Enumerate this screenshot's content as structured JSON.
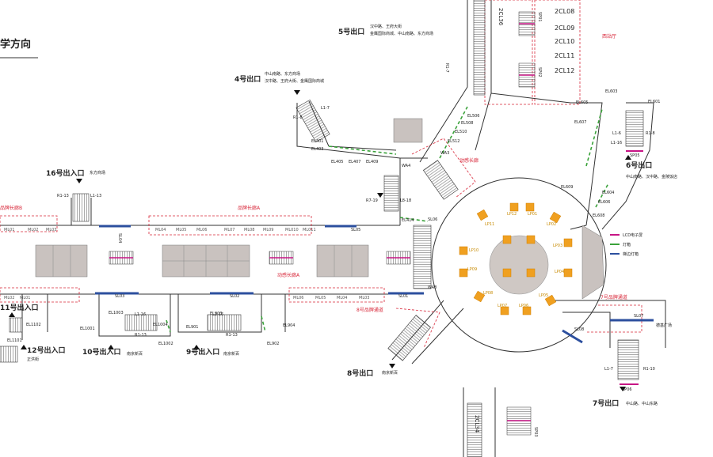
{
  "title": "学方向",
  "exits": {
    "e5": {
      "label": "5号出口",
      "desc1": "汉中路、王府大街",
      "desc2": "金鹰国际商城、中山南路、东方商场"
    },
    "e4": {
      "label": "4号出口",
      "desc1": "中山南路、东方商场",
      "desc2": "汉中路、王府大街、金鹰国际商城"
    },
    "e16": {
      "label": "16号出入口",
      "desc": "东方商场"
    },
    "e6": {
      "label": "6号出口",
      "desc": "中山南路、汉中路、金陵饭店"
    },
    "e7": {
      "label": "7号出口",
      "desc": "中山路、中山东路"
    },
    "e8": {
      "label": "8号出口",
      "desc": "南京新百"
    },
    "e9": {
      "label": "9号出入口",
      "desc": "南京新百"
    },
    "e10": {
      "label": "10号出入口",
      "desc": "南京新百"
    },
    "e11": {
      "label": "11号出入口"
    },
    "e12": {
      "label": "12号出入口",
      "desc": "正洪街"
    }
  },
  "passages": {
    "sub_a": "品牌长廊A",
    "sub_b": "品牌长廊B",
    "dyn_a": "动感长廊A",
    "dyn_b": "动感长廊",
    "p8": "8号品牌通道",
    "p7": "7号品牌通道",
    "xizhan": "西站厅",
    "deji": "德基广场"
  },
  "legend": {
    "lcd": "LCD电子屏",
    "light": "灯箱",
    "wall": "梯边灯箱"
  },
  "codes": {
    "cl08": "2CL08",
    "cl09": "2CL09",
    "cl10": "2CL10",
    "cl11": "2CL11",
    "cl12": "2CL12",
    "cl36": "2CL36",
    "cl34": "2CL34",
    "sp01": "SP01",
    "sp02": "SP02",
    "sp03": "SP03",
    "sp05": "SP05",
    "sp06": "SP06",
    "el401": "EL401",
    "el403": "EL403",
    "el405": "EL405",
    "el407": "EL407",
    "el409": "EL409",
    "el506": "EL506",
    "el508": "EL508",
    "el510": "EL510",
    "el512": "EL512",
    "el601": "EL601",
    "el603": "EL603",
    "el605": "EL605",
    "el607": "EL607",
    "el604": "EL604",
    "el606": "EL606",
    "el608": "EL608",
    "el609": "EL609",
    "el414": "EL414",
    "el1001": "EL1001",
    "el1002": "EL1002",
    "el1003": "EL1003",
    "el1004": "EL1004",
    "el901": "EL901",
    "el902": "EL902",
    "el903": "EL903",
    "el904": "EL904",
    "el1101": "EL1101",
    "el1102": "EL1102",
    "wa3": "WA3",
    "wa4": "WA4",
    "wa8": "WA8",
    "sl01": "SL01",
    "sl02": "SL02",
    "sl03": "SL03",
    "sl04": "SL04",
    "sl05": "SL05",
    "sl06": "SL06",
    "sl07": "SL07",
    "sl08": "SL08",
    "r17": "R1-7",
    "r18": "R1-8",
    "r113": "R1-13",
    "r116": "R1-16",
    "r110": "R1-10",
    "l17": "L1-7",
    "l16": "L1-6",
    "l113": "L1-13",
    "l116": "L1-16",
    "l818": "L8-18",
    "r719": "R7-19"
  },
  "lp_panels": [
    "LP12",
    "LP01",
    "LP11",
    "LP02",
    "LP03",
    "LP10",
    "LP04",
    "LP09",
    "LP05",
    "LP08",
    "LP06",
    "LP07"
  ],
  "ml_top": [
    "ML01",
    "ML02",
    "ML03",
    "ML04",
    "ML05",
    "ML06",
    "ML07",
    "ML08",
    "ML09",
    "ML010",
    "ML011"
  ],
  "ml_bot": [
    "ML06",
    "ML05",
    "ML04",
    "ML03",
    "ML02",
    "ML01"
  ]
}
